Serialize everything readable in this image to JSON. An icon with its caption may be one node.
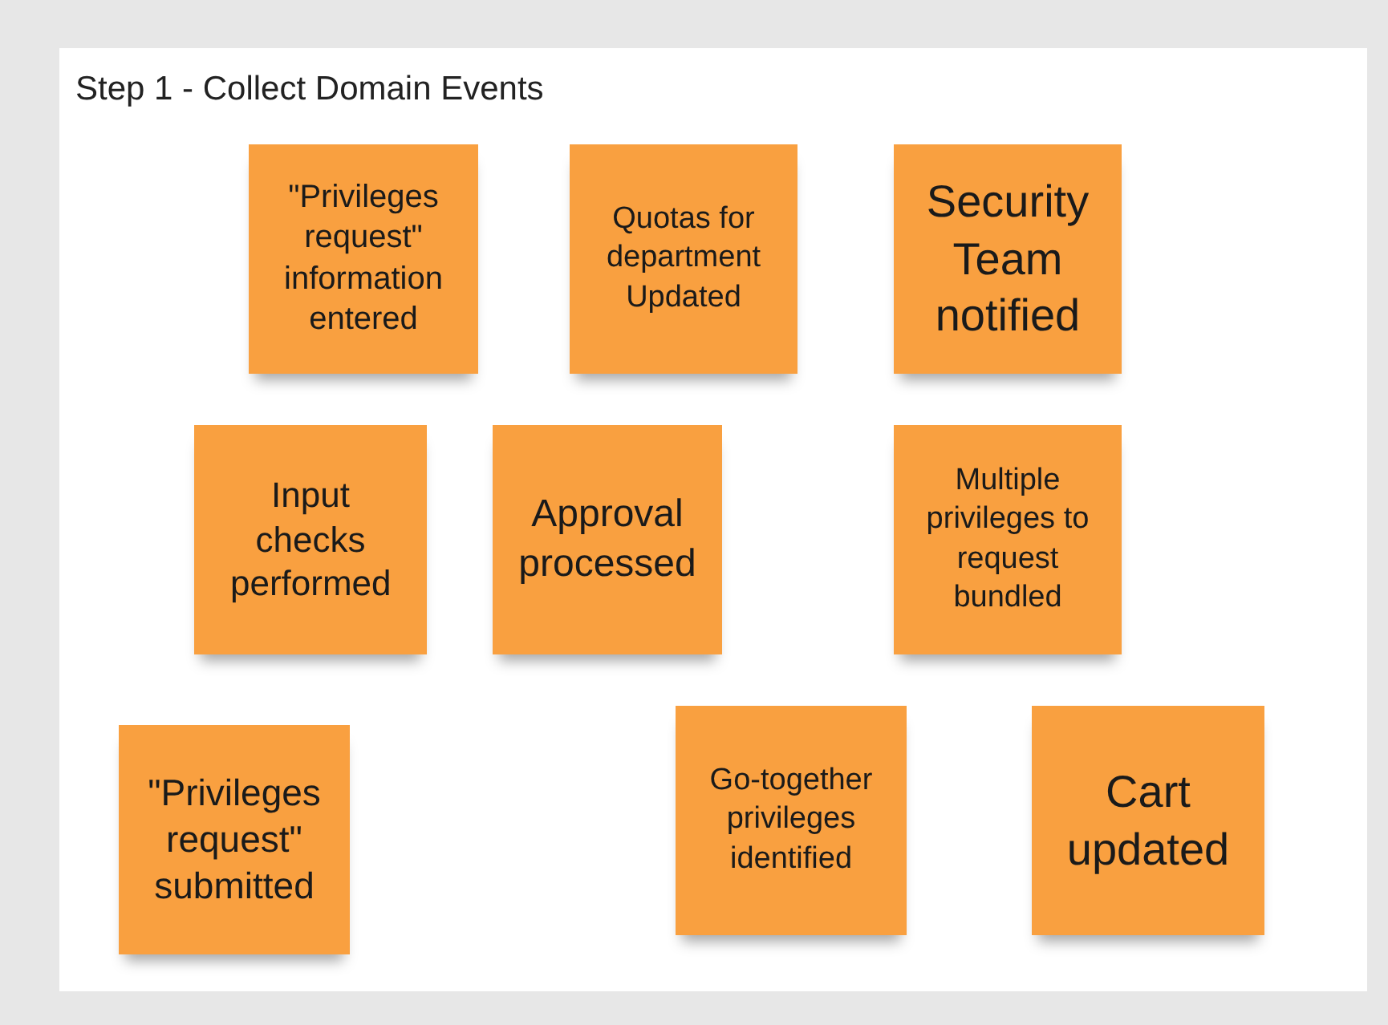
{
  "diagram": {
    "nodes": [
      {
        "text": [
          "Step 1 - Collect Domain Events"
        ]
      },
      {
        "text": [
          "\"Privileges request\" information entered"
        ],
        "in": 0
      },
      {
        "text": [
          "Quotas for department Updated"
        ],
        "in": 0
      },
      {
        "text": [
          "Security Team notified"
        ],
        "in": 0
      },
      {
        "text": [
          "Input checks performed"
        ],
        "in": 0
      },
      {
        "text": [
          "Approval processed"
        ],
        "in": 0
      },
      {
        "text": [
          "Multiple privileges to request bundled"
        ],
        "in": 0
      },
      {
        "text": [
          "\"Privileges request\" submitted"
        ],
        "in": 0
      },
      {
        "text": [
          "Go-together privileges identified"
        ],
        "in": 0
      },
      {
        "text": [
          "Cart updated"
        ],
        "in": 0
      }
    ],
    "edges": []
  }
}
